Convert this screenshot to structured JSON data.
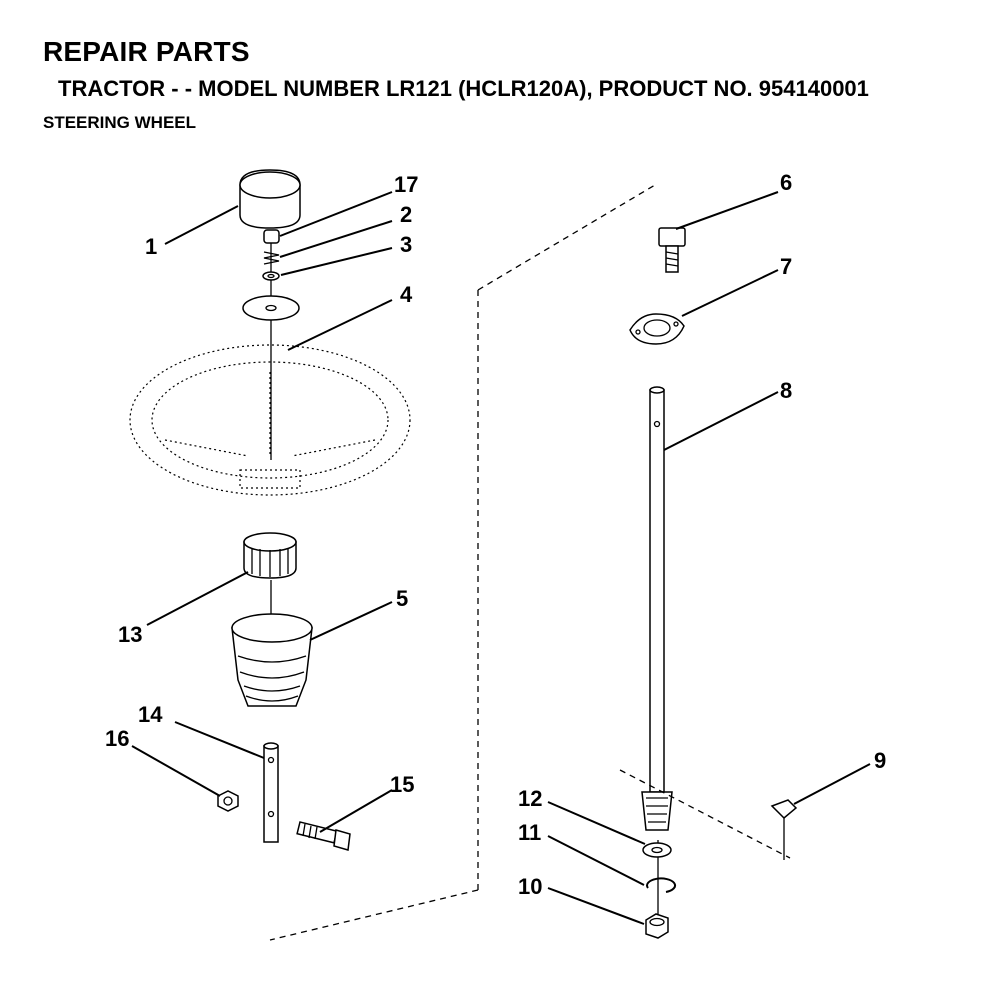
{
  "header": {
    "title": "REPAIR PARTS",
    "subtitle": "TRACTOR - - MODEL NUMBER LR121 (HCLR120A), PRODUCT NO. 954140001",
    "section": "STEERING WHEEL"
  },
  "callouts": [
    {
      "id": "1",
      "label": "1"
    },
    {
      "id": "2",
      "label": "2"
    },
    {
      "id": "3",
      "label": "3"
    },
    {
      "id": "4",
      "label": "4"
    },
    {
      "id": "5",
      "label": "5"
    },
    {
      "id": "6",
      "label": "6"
    },
    {
      "id": "7",
      "label": "7"
    },
    {
      "id": "8",
      "label": "8"
    },
    {
      "id": "9",
      "label": "9"
    },
    {
      "id": "10",
      "label": "10"
    },
    {
      "id": "11",
      "label": "11"
    },
    {
      "id": "12",
      "label": "12"
    },
    {
      "id": "13",
      "label": "13"
    },
    {
      "id": "14",
      "label": "14"
    },
    {
      "id": "15",
      "label": "15"
    },
    {
      "id": "16",
      "label": "16"
    },
    {
      "id": "17",
      "label": "17"
    }
  ],
  "icons": {
    "1": "steering-cap-icon",
    "2": "spring-icon",
    "3": "small-washer-icon",
    "4": "large-washer-icon",
    "5": "steering-boot-icon",
    "6": "bolt-icon",
    "7": "flange-bearing-icon",
    "8": "steering-shaft-icon",
    "9": "bracket-icon",
    "10": "nut-icon",
    "11": "retaining-ring-icon",
    "12": "washer-icon",
    "13": "adapter-icon",
    "14": "shaft-extension-icon",
    "15": "bolt-icon",
    "16": "locknut-icon",
    "17": "insert-icon"
  },
  "colors": {
    "ink": "#000000",
    "paper": "#ffffff"
  }
}
